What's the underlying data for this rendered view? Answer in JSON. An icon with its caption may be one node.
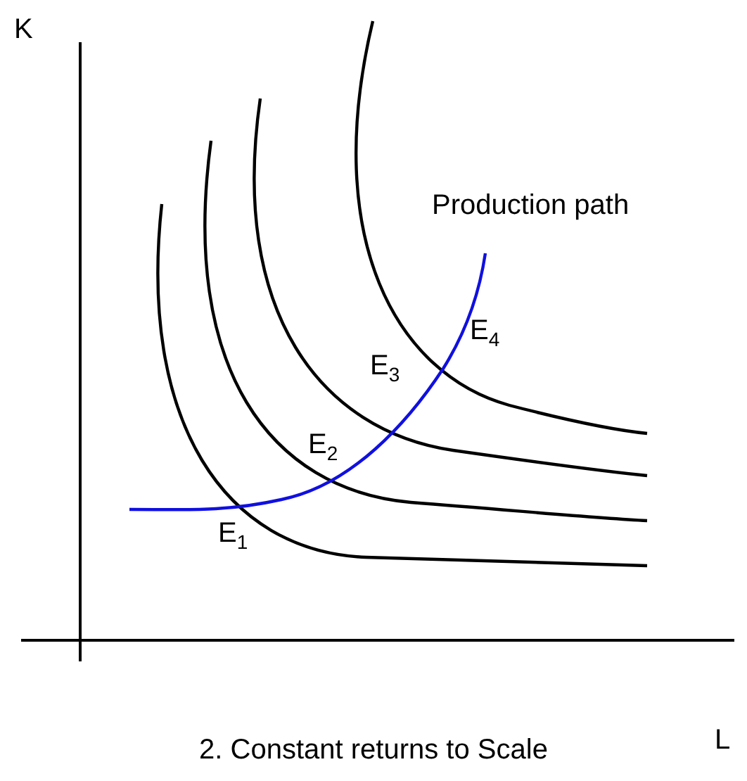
{
  "diagram": {
    "caption": "2. Constant returns to Scale",
    "labels": [
      "K",
      "Production path",
      "E$_{4}$",
      "E$_{3}$",
      "E$_{2}$",
      "E$_{1}$",
      "L"
    ]
  }
}
